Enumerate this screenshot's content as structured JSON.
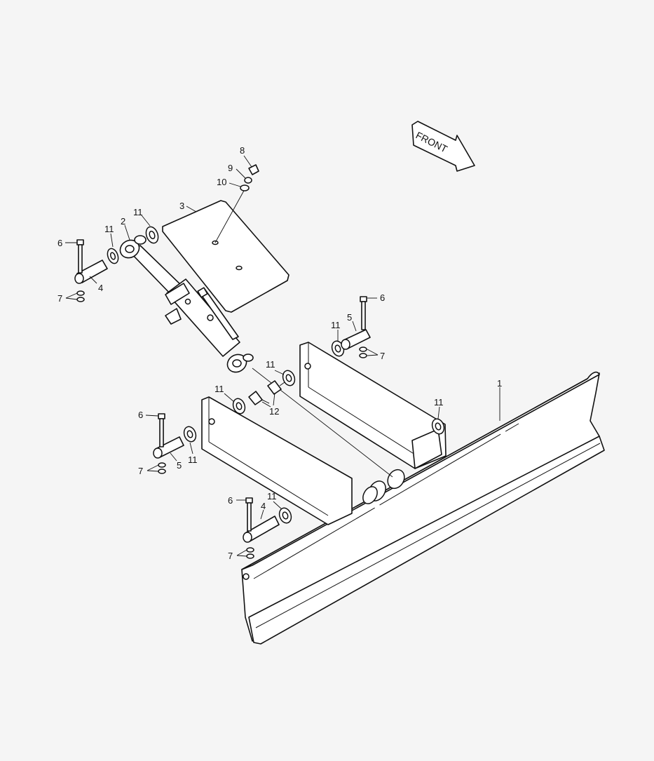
{
  "diagram": {
    "direction_label": "FRONT",
    "callouts": {
      "blade": "1",
      "cylinder": "2",
      "plate": "3",
      "pin_long": "4",
      "pin_short": "5",
      "bolt": "6",
      "nut": "7",
      "bolt_plate": "8",
      "lockwasher": "9",
      "washer_plate": "10",
      "washer": "11",
      "grease_fitting": "12"
    }
  },
  "colors": {
    "background": "#f5f5f5",
    "line": "#111111",
    "fill": "#ffffff"
  }
}
